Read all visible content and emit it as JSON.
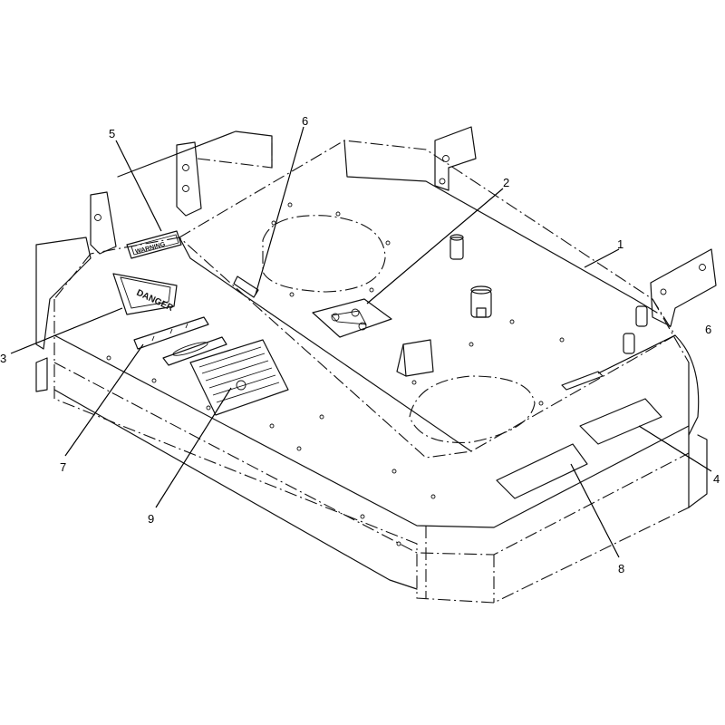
{
  "callouts": [
    {
      "id": "1",
      "label": "1"
    },
    {
      "id": "2",
      "label": "2"
    },
    {
      "id": "3",
      "label": "3"
    },
    {
      "id": "4",
      "label": "4"
    },
    {
      "id": "5",
      "label": "5"
    },
    {
      "id": "6a",
      "label": "6"
    },
    {
      "id": "6b",
      "label": "6"
    },
    {
      "id": "7",
      "label": "7"
    },
    {
      "id": "8",
      "label": "8"
    },
    {
      "id": "9",
      "label": "9"
    }
  ],
  "decals": {
    "danger_text": "DANGER",
    "warning_text": "WARNING"
  }
}
